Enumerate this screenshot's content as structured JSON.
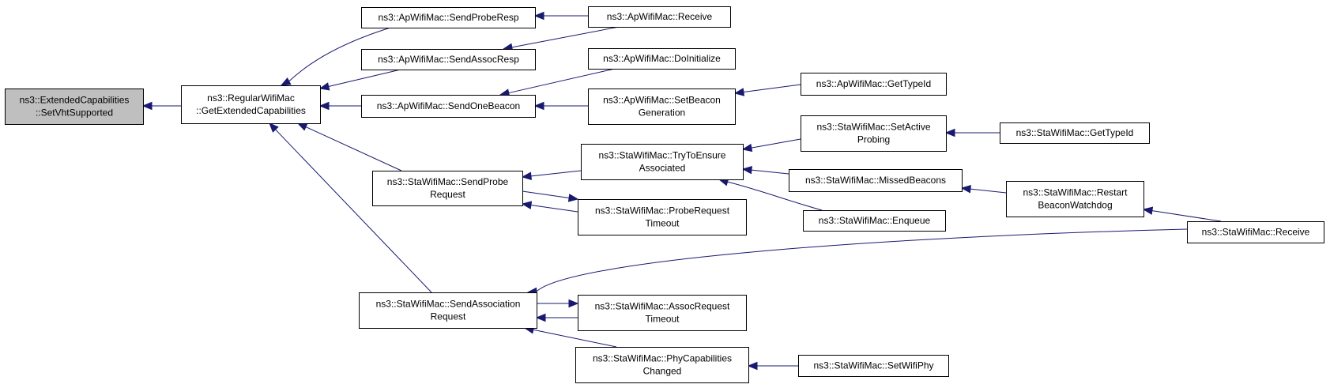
{
  "colors": {
    "edge": "#191970",
    "root_fill": "#bfbfbf",
    "node_fill": "#ffffff",
    "border": "#000000"
  },
  "nodes": [
    {
      "id": "n0",
      "lines": [
        "ns3::ExtendedCapabilities",
        "::SetVhtSupported"
      ]
    },
    {
      "id": "n1",
      "lines": [
        "ns3::RegularWifiMac",
        "::GetExtendedCapabilities"
      ]
    },
    {
      "id": "n2",
      "lines": [
        "ns3::ApWifiMac::SendProbeResp"
      ]
    },
    {
      "id": "n3",
      "lines": [
        "ns3::ApWifiMac::SendAssocResp"
      ]
    },
    {
      "id": "n4",
      "lines": [
        "ns3::ApWifiMac::SendOneBeacon"
      ]
    },
    {
      "id": "n5",
      "lines": [
        "ns3::StaWifiMac::SendProbe",
        "Request"
      ]
    },
    {
      "id": "n6",
      "lines": [
        "ns3::StaWifiMac::SendAssociation",
        "Request"
      ]
    },
    {
      "id": "n7",
      "lines": [
        "ns3::ApWifiMac::Receive"
      ]
    },
    {
      "id": "n8",
      "lines": [
        "ns3::ApWifiMac::DoInitialize"
      ]
    },
    {
      "id": "n9",
      "lines": [
        "ns3::ApWifiMac::SetBeacon",
        "Generation"
      ]
    },
    {
      "id": "n10",
      "lines": [
        "ns3::StaWifiMac::TryToEnsure",
        "Associated"
      ]
    },
    {
      "id": "n11",
      "lines": [
        "ns3::StaWifiMac::ProbeRequest",
        "Timeout"
      ]
    },
    {
      "id": "n12",
      "lines": [
        "ns3::StaWifiMac::AssocRequest",
        "Timeout"
      ]
    },
    {
      "id": "n13",
      "lines": [
        "ns3::StaWifiMac::PhyCapabilities",
        "Changed"
      ]
    },
    {
      "id": "n14",
      "lines": [
        "ns3::ApWifiMac::GetTypeId"
      ]
    },
    {
      "id": "n15",
      "lines": [
        "ns3::StaWifiMac::SetActive",
        "Probing"
      ]
    },
    {
      "id": "n16",
      "lines": [
        "ns3::StaWifiMac::MissedBeacons"
      ]
    },
    {
      "id": "n17",
      "lines": [
        "ns3::StaWifiMac::Enqueue"
      ]
    },
    {
      "id": "n18",
      "lines": [
        "ns3::StaWifiMac::SetWifiPhy"
      ]
    },
    {
      "id": "n19",
      "lines": [
        "ns3::StaWifiMac::GetTypeId"
      ]
    },
    {
      "id": "n20",
      "lines": [
        "ns3::StaWifiMac::Restart",
        "BeaconWatchdog"
      ]
    },
    {
      "id": "n21",
      "lines": [
        "ns3::StaWifiMac::Receive"
      ]
    }
  ],
  "edges": [
    {
      "from": "n1",
      "to": "n0"
    },
    {
      "from": "n2",
      "to": "n1"
    },
    {
      "from": "n3",
      "to": "n1"
    },
    {
      "from": "n4",
      "to": "n1"
    },
    {
      "from": "n5",
      "to": "n1"
    },
    {
      "from": "n6",
      "to": "n1"
    },
    {
      "from": "n7",
      "to": "n2"
    },
    {
      "from": "n7",
      "to": "n3"
    },
    {
      "from": "n8",
      "to": "n4"
    },
    {
      "from": "n9",
      "to": "n4"
    },
    {
      "from": "n14",
      "to": "n9"
    },
    {
      "from": "n10",
      "to": "n5"
    },
    {
      "from": "n11",
      "to": "n5"
    },
    {
      "from": "n5",
      "to": "n11"
    },
    {
      "from": "n15",
      "to": "n10"
    },
    {
      "from": "n16",
      "to": "n10"
    },
    {
      "from": "n17",
      "to": "n10"
    },
    {
      "from": "n19",
      "to": "n15"
    },
    {
      "from": "n20",
      "to": "n16"
    },
    {
      "from": "n21",
      "to": "n20"
    },
    {
      "from": "n21",
      "to": "n6"
    },
    {
      "from": "n6",
      "to": "n12"
    },
    {
      "from": "n12",
      "to": "n6"
    },
    {
      "from": "n13",
      "to": "n6"
    },
    {
      "from": "n18",
      "to": "n13"
    }
  ]
}
